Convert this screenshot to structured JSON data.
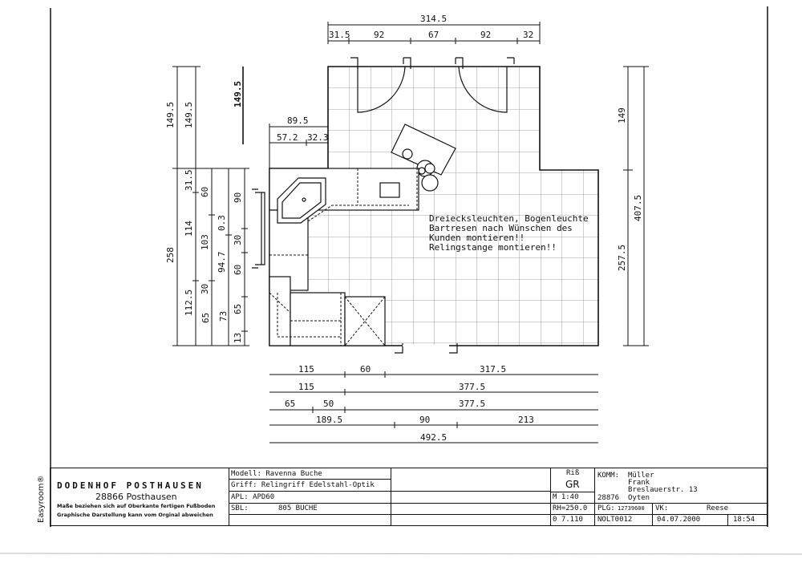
{
  "dimensions": {
    "top": [
      "314.5",
      "31.5",
      "92",
      "67",
      "92",
      "32"
    ],
    "bump": [
      "89.5",
      "57.2",
      "32.3"
    ],
    "left_outer": [
      "149.5",
      "258"
    ],
    "left_col2": [
      "149.5",
      "31.5",
      "114",
      "112.5",
      "65"
    ],
    "left_col3": [
      "60",
      "103",
      "30",
      "73"
    ],
    "left_col4": [
      "94.7",
      "0.3"
    ],
    "left_col5": [
      "90",
      "30",
      "60",
      "65",
      "13"
    ],
    "left_marked": "149.5",
    "right": [
      "149",
      "407.5",
      "257.5"
    ],
    "bottom": {
      "row1": [
        "115",
        "60",
        "317.5"
      ],
      "row2": [
        "115",
        "377.5"
      ],
      "row3": [
        "65",
        "50",
        "377.5"
      ],
      "row4": [
        "189.5",
        "90",
        "213"
      ],
      "row5": [
        "492.5"
      ]
    }
  },
  "note_lines": [
    "Dreiecksleuchten, Bogenleuchte",
    "Bartresen nach Wünschen des",
    "Kunden montieren!!",
    "Relingstange montieren!!"
  ],
  "titleblock": {
    "company": "DODENHOF POSTHAUSEN",
    "city": "28866 Posthausen",
    "fine1": "Maße beziehen sich auf Oberkante fertigen Fußboden",
    "fine2": "Graphische Darstellung kann vom Orginal abweichen",
    "easyroom": "Easyroom®",
    "modell": "Modell: Ravenna Buche",
    "griff": "Griff: Relingriff Edelstahl-Optik",
    "apl": "APL: APD60",
    "sbl": "SBL:",
    "sbl_value": "805 BUCHE",
    "riss": "Riß",
    "gr": "GR",
    "massstab": "M 1:40",
    "rh": "RH=250.0",
    "num": "0 7.110",
    "komm_label": "KOMM:",
    "komm_name1": "Müller",
    "komm_name2": "Frank",
    "komm_street": "Breslauerstr. 13",
    "komm_zip": "28876",
    "komm_city": "Oyten",
    "plg_label": "PLG:",
    "plg_value": "12739600",
    "vk_label": "VK:",
    "vk_value": "Reese",
    "code": "NOLT0012",
    "date": "04.07.2000",
    "time": "18:54"
  }
}
